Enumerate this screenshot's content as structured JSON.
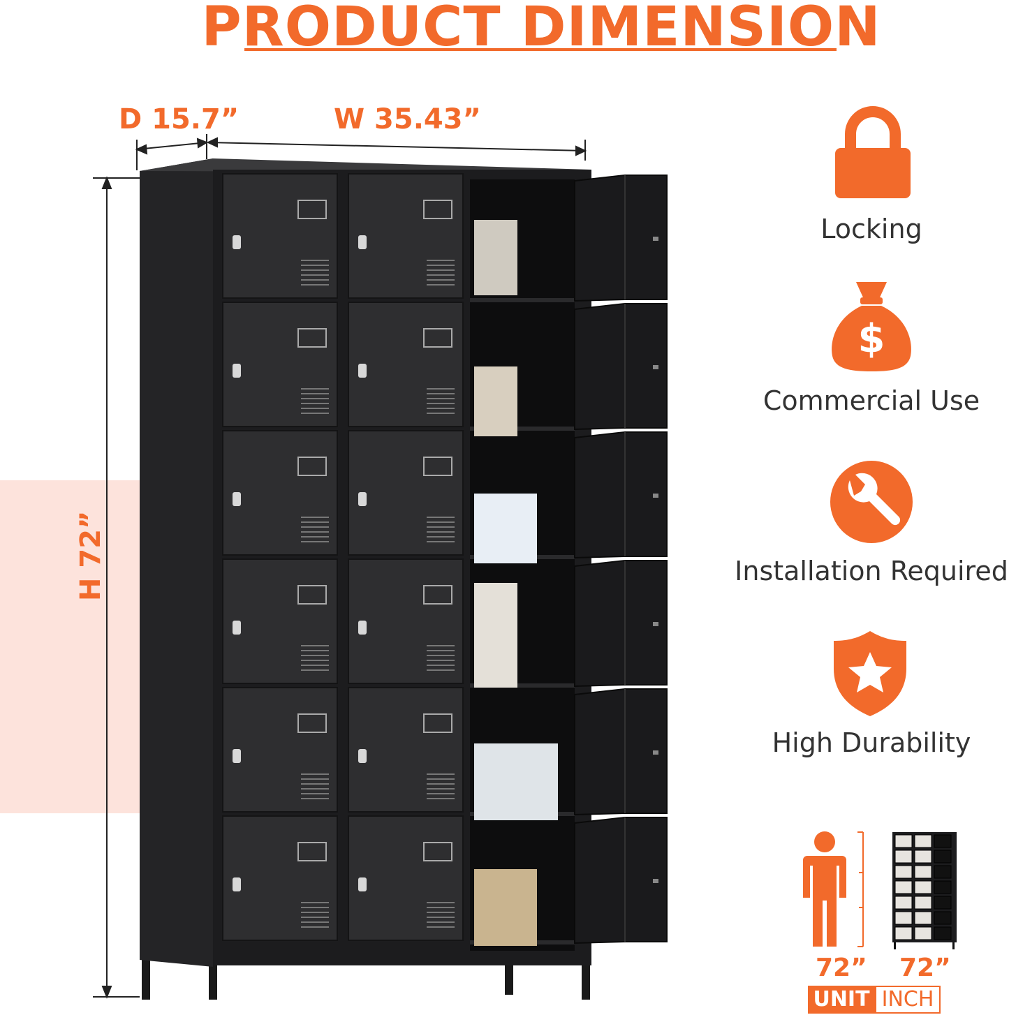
{
  "title": "PRODUCT DIMENSION",
  "dimensions": {
    "depth": "D 15.7”",
    "width": "W 35.43”",
    "height": "H 72”"
  },
  "features": [
    {
      "label": "Locking",
      "icon": "lock-icon"
    },
    {
      "label": "Commercial Use",
      "icon": "money-bag-icon"
    },
    {
      "label": "Installation Required",
      "icon": "wrench-icon"
    },
    {
      "label": "High Durability",
      "icon": "shield-star-icon"
    }
  ],
  "comparison": {
    "person_height": "72”",
    "locker_height": "72”",
    "unit_label": "UNIT",
    "inch_label": "INCH"
  },
  "colors": {
    "accent": "#f26a2b",
    "locker": "#2b2b2d",
    "band": "#fde3dc"
  }
}
